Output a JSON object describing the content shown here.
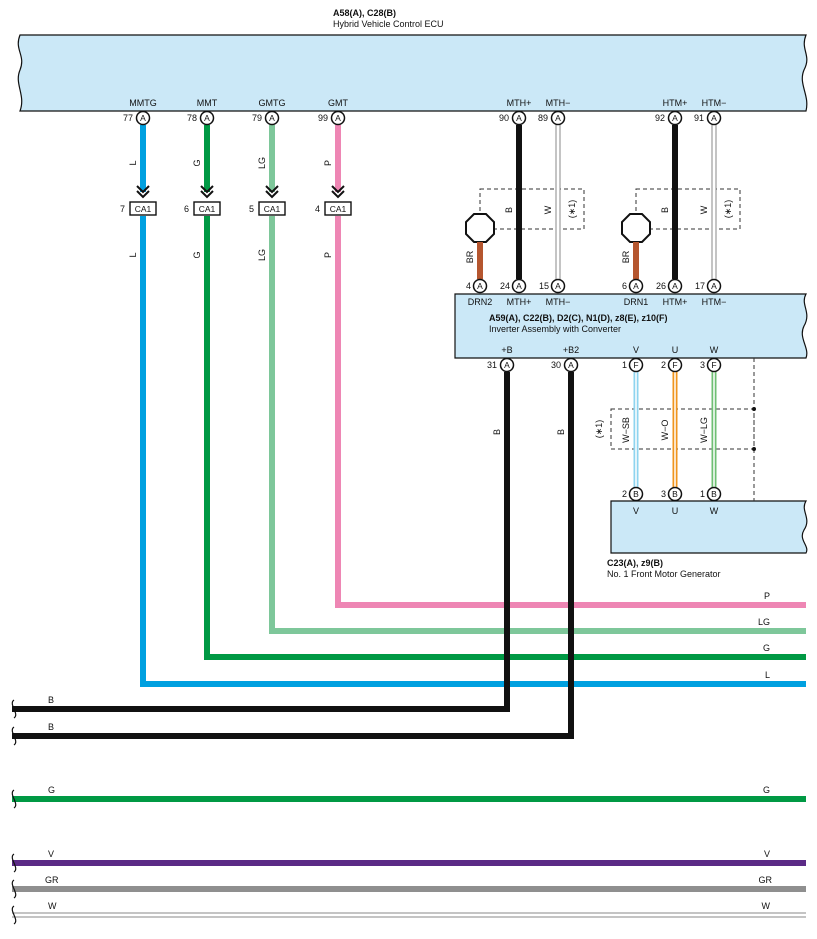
{
  "ecu": {
    "code": "A58(A), C28(B)",
    "name": "Hybrid Vehicle Control ECU"
  },
  "inverter": {
    "code": "A59(A), C22(B), D2(C), N1(D), z8(E), z10(F)",
    "name": "Inverter Assembly with Converter"
  },
  "motor": {
    "code": "C23(A), z9(B)",
    "name": "No. 1 Front Motor Generator"
  },
  "ecu_pins": [
    {
      "label": "MMTG",
      "num": "77",
      "conn": "A"
    },
    {
      "label": "MMT",
      "num": "78",
      "conn": "A"
    },
    {
      "label": "GMTG",
      "num": "79",
      "conn": "A"
    },
    {
      "label": "GMT",
      "num": "99",
      "conn": "A"
    },
    {
      "label": "MTH+",
      "num": "90",
      "conn": "A"
    },
    {
      "label": "MTH−",
      "num": "89",
      "conn": "A"
    },
    {
      "label": "HTM+",
      "num": "92",
      "conn": "A"
    },
    {
      "label": "HTM−",
      "num": "91",
      "conn": "A"
    }
  ],
  "junctions": [
    {
      "num": "7",
      "label": "CA1"
    },
    {
      "num": "6",
      "label": "CA1"
    },
    {
      "num": "5",
      "label": "CA1"
    },
    {
      "num": "4",
      "label": "CA1"
    }
  ],
  "inv_top_pins": [
    {
      "label": "DRN2",
      "num": "4",
      "conn": "A"
    },
    {
      "label": "MTH+",
      "num": "24",
      "conn": "A"
    },
    {
      "label": "MTH−",
      "num": "15",
      "conn": "A"
    },
    {
      "label": "DRN1",
      "num": "6",
      "conn": "A"
    },
    {
      "label": "HTM+",
      "num": "26",
      "conn": "A"
    },
    {
      "label": "HTM−",
      "num": "17",
      "conn": "A"
    }
  ],
  "inv_bottom_pins": [
    {
      "label": "+B",
      "num": "31",
      "conn": "A"
    },
    {
      "label": "+B2",
      "num": "30",
      "conn": "A"
    },
    {
      "label": "V",
      "num": "1",
      "conn": "F"
    },
    {
      "label": "U",
      "num": "2",
      "conn": "F"
    },
    {
      "label": "W",
      "num": "3",
      "conn": "F"
    }
  ],
  "motor_pins": [
    {
      "label": "V",
      "num": "2",
      "conn": "B"
    },
    {
      "label": "U",
      "num": "3",
      "conn": "B"
    },
    {
      "label": "W",
      "num": "1",
      "conn": "B"
    }
  ],
  "wire_colors_upper": [
    "L",
    "G",
    "LG",
    "P",
    "B",
    "W",
    "B",
    "W"
  ],
  "wire_colors_lower": [
    "L",
    "G",
    "LG",
    "P",
    "BR",
    "BR",
    "B",
    "B"
  ],
  "shield_label": "(∗1)",
  "phase_wires": [
    "W−SB",
    "W−O",
    "W−LG"
  ],
  "bottom_wires": [
    "P",
    "LG",
    "G",
    "L",
    "B",
    "B",
    "G",
    "V",
    "GR",
    "W"
  ],
  "bottom_wires_left": [
    "B",
    "B",
    "G",
    "V",
    "GR",
    "W"
  ],
  "colors": {
    "box_fill": "#cbe8f7",
    "L": "#00a0e0",
    "G": "#009944",
    "LG": "#7ec79a",
    "P": "#ee86b4",
    "B": "#111111",
    "BR": "#b5562f",
    "V": "#5b2a86",
    "GR": "#8f8f8f",
    "W_SB": "#8fd4ef",
    "W_O": "#f0951e",
    "W_LG": "#6fbf73"
  }
}
